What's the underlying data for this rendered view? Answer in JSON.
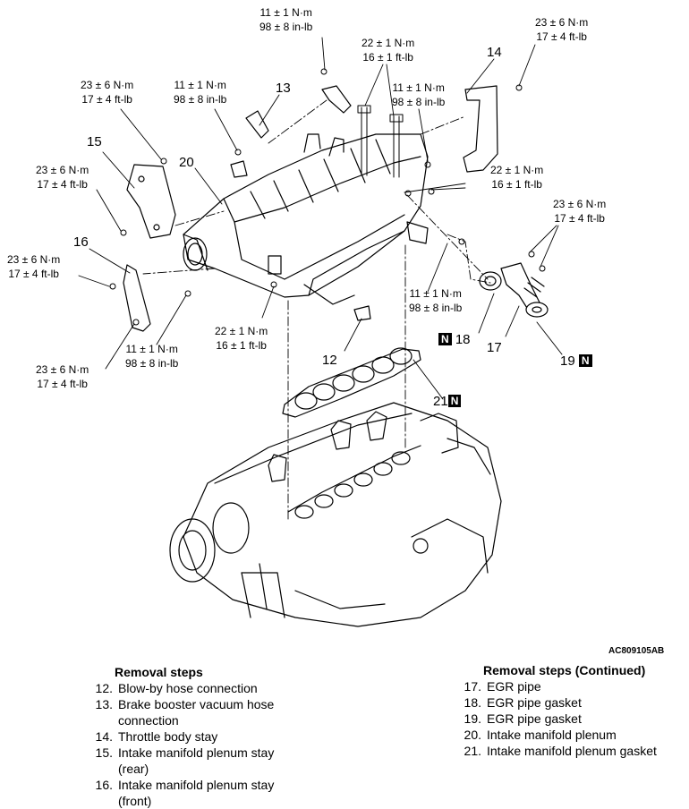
{
  "torque_labels": {
    "t_top": [
      "11 ± 1 N·m",
      "98 ± 8 in-lb"
    ],
    "t_bolts_upper": [
      "22 ± 1 N·m",
      "16 ± 1 ft-lb"
    ],
    "t_mid_right": [
      "11 ± 1 N·m",
      "98 ± 8 in-lb"
    ],
    "t_top_right": [
      "23 ± 6 N·m",
      "17 ± 4 ft-lb"
    ],
    "t_left_upper": [
      "23 ± 6 N·m",
      "17 ± 4 ft-lb"
    ],
    "t_left_mid": [
      "11 ± 1 N·m",
      "98 ± 8 in-lb"
    ],
    "t_left_15": [
      "23 ± 6 N·m",
      "17 ± 4 ft-lb"
    ],
    "t_right_bolts": [
      "22 ± 1 N·m",
      "16 ± 1 ft-lb"
    ],
    "t_right_egr": [
      "23 ± 6 N·m",
      "17 ± 4 ft-lb"
    ],
    "t_left_16": [
      "23 ± 6 N·m",
      "17 ± 4 ft-lb"
    ],
    "t_center_lower": [
      "22 ± 1 N·m",
      "16 ± 1 ft-lb"
    ],
    "t_right_lower": [
      "11 ± 1 N·m",
      "98 ± 8 in-lb"
    ],
    "t_left_lower": [
      "11 ± 1 N·m",
      "98 ± 8 in-lb"
    ],
    "t_left_bottom": [
      "23 ± 6 N·m",
      "17 ± 4 ft-lb"
    ]
  },
  "part_numbers": {
    "p12": "12",
    "p13": "13",
    "p14": "14",
    "p15": "15",
    "p16": "16",
    "p17": "17",
    "p18": "18",
    "p19": "19",
    "p20": "20",
    "p21": "21"
  },
  "n_mark": "N",
  "figure_code": "AC809105AB",
  "removal_steps": {
    "title": "Removal steps",
    "items": [
      {
        "num": "12.",
        "text": "Blow-by hose connection"
      },
      {
        "num": "13.",
        "text": "Brake booster vacuum hose connection"
      },
      {
        "num": "14.",
        "text": "Throttle body stay"
      },
      {
        "num": "15.",
        "text": "Intake manifold plenum stay (rear)"
      },
      {
        "num": "16.",
        "text": "Intake manifold plenum stay (front)"
      }
    ]
  },
  "removal_steps_continued": {
    "title": "Removal steps (Continued)",
    "items": [
      {
        "num": "17.",
        "text": "EGR pipe"
      },
      {
        "num": "18.",
        "text": "EGR pipe gasket"
      },
      {
        "num": "19.",
        "text": "EGR pipe gasket"
      },
      {
        "num": "20.",
        "text": "Intake manifold plenum"
      },
      {
        "num": "21.",
        "text": "Intake manifold plenum gasket"
      }
    ]
  }
}
